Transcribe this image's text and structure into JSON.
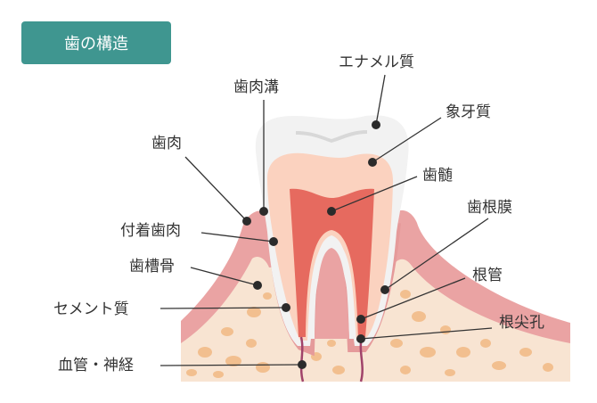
{
  "title": "歯の構造",
  "labels": {
    "enamel": "エナメル質",
    "dentin": "象牙質",
    "pulp": "歯髄",
    "periodontal_ligament": "歯根膜",
    "root_canal": "根管",
    "apical_foramen": "根尖孔",
    "gingival_sulcus": "歯肉溝",
    "gingiva": "歯肉",
    "attached_gingiva": "付着歯肉",
    "alveolar_bone": "歯槽骨",
    "cementum": "セメント質",
    "vessels_nerves": "血管・神経"
  },
  "colors": {
    "title_bg": "#3f9690",
    "gum": "#eaa3a3",
    "gum_light": "#f3c6c2",
    "bone": "#f8e4d2",
    "bone_spot": "#f2bf8f",
    "enamel": "#f2f2f2",
    "dentin": "#fbd2bf",
    "pulp": "#e66a5f",
    "vessel": "#a0436a"
  }
}
